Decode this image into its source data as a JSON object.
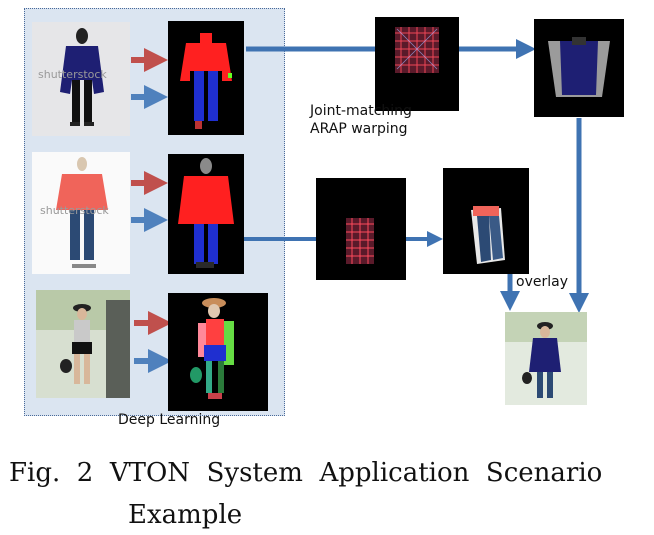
{
  "panel": {
    "label": "Deep Learning"
  },
  "photos": [
    {
      "id": "photo-1",
      "watermark": "shutterstock"
    },
    {
      "id": "photo-2",
      "watermark": "shutterstock"
    },
    {
      "id": "photo-3",
      "watermark": ""
    }
  ],
  "labels": {
    "warping_line1": "Joint-matching",
    "warping_line2": "ARAP warping",
    "overlay": "overlay"
  },
  "caption": {
    "line1": "Fig.  2  VTON  System  Application  Scenario",
    "line2": "Example"
  },
  "colors": {
    "panel_bg": "#dbe5f1",
    "red_arrow": "#c0504d",
    "blue_arrow": "#4f81bd",
    "connector": "#3f73b2",
    "seg_red": "#ff2020",
    "seg_blue": "#1f2fd0"
  }
}
